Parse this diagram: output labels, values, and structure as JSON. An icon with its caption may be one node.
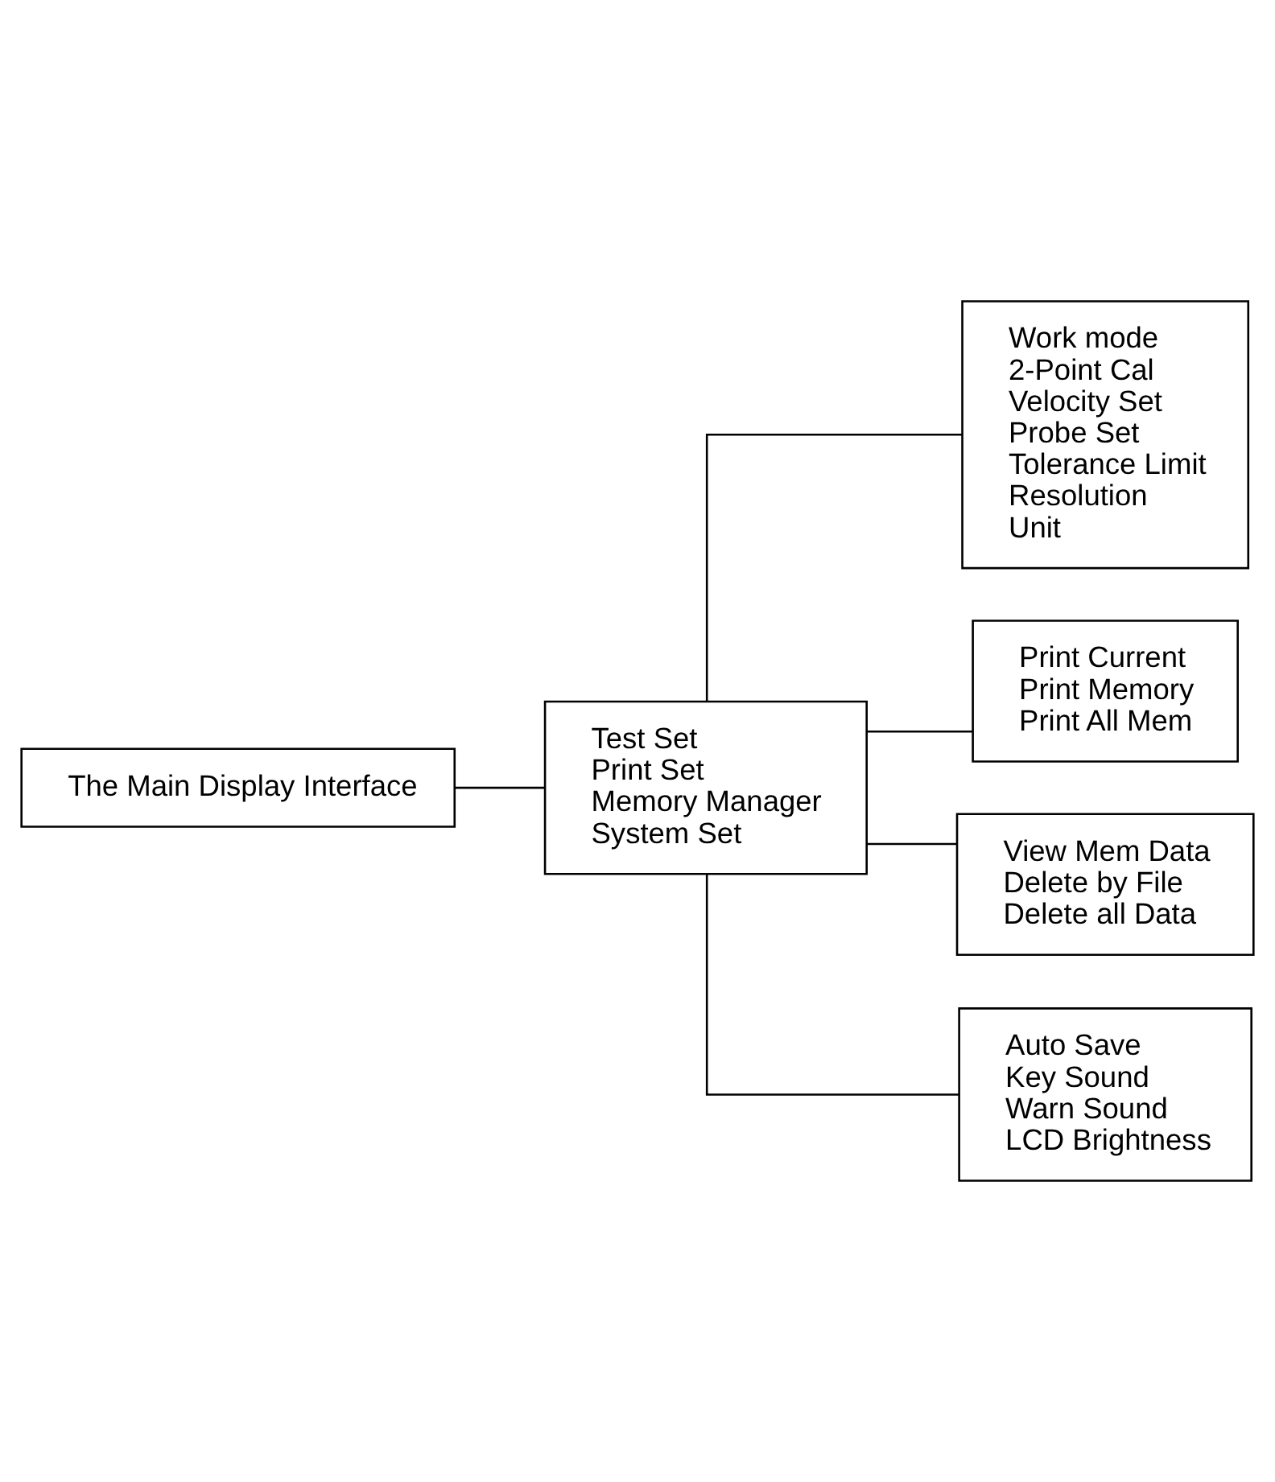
{
  "diagram": {
    "nodes": [
      {
        "text": [
          "The Main Display Interface"
        ]
      },
      {
        "text": [
          "Test Set",
          "Print Set",
          "Memory Manager",
          "System Set"
        ]
      },
      {
        "text": [
          "Work mode",
          "2-Point Cal",
          "Velocity Set",
          "Probe Set",
          "Tolerance Limit",
          "Resolution",
          "Unit"
        ]
      },
      {
        "text": [
          "Print Current",
          "Print Memory",
          "Print All Mem"
        ]
      },
      {
        "text": [
          "View Mem Data",
          "Delete by File",
          "Delete all Data"
        ]
      },
      {
        "text": [
          "Auto Save",
          "Key Sound",
          "Warn Sound",
          "LCD Brightness"
        ]
      }
    ],
    "edges": [
      {
        "from": 0,
        "to": 1,
        "arrow": "none"
      },
      {
        "from": 1,
        "to": 2,
        "arrow": "none"
      },
      {
        "from": 1,
        "to": 3,
        "arrow": "none"
      },
      {
        "from": 1,
        "to": 4,
        "arrow": "none"
      },
      {
        "from": 1,
        "to": 5,
        "arrow": "none"
      }
    ]
  }
}
